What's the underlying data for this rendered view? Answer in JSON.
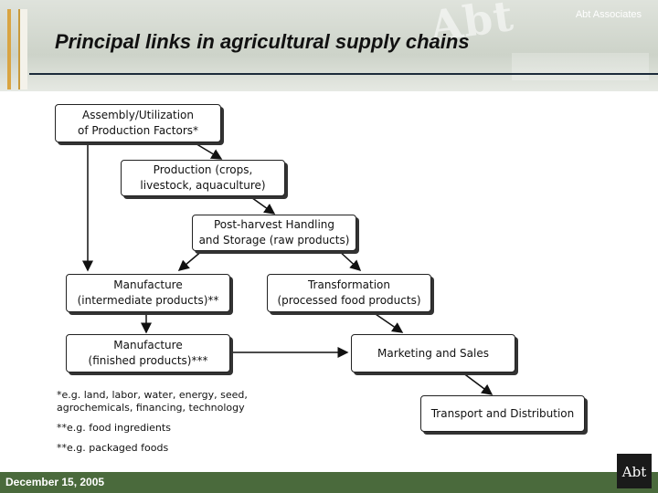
{
  "header": {
    "watermark": "Abt",
    "company": "Abt Associates",
    "title": "Principal links in agricultural supply chains"
  },
  "diagram": {
    "boxes": {
      "assembly": "Assembly/Utilization\nof Production Factors*",
      "production": "Production (crops,\nlivestock, aquaculture)",
      "postharvest": "Post-harvest Handling\nand Storage (raw products)",
      "manufacture_intermediate": "Manufacture\n(intermediate products)**",
      "transformation": "Transformation\n(processed food products)",
      "manufacture_finished": "Manufacture\n(finished products)***",
      "marketing": "Marketing and Sales",
      "transport": "Transport and Distribution"
    },
    "notes": [
      "*e.g. land, labor, water, energy, seed,\nagrochemicals, financing, technology",
      "**e.g. food ingredients",
      "**e.g. packaged foods"
    ]
  },
  "footer": {
    "date": "December 15, 2005",
    "logo": "Abt"
  },
  "colors": {
    "footer": "#4a6a3c",
    "accent": "#d9a441"
  }
}
